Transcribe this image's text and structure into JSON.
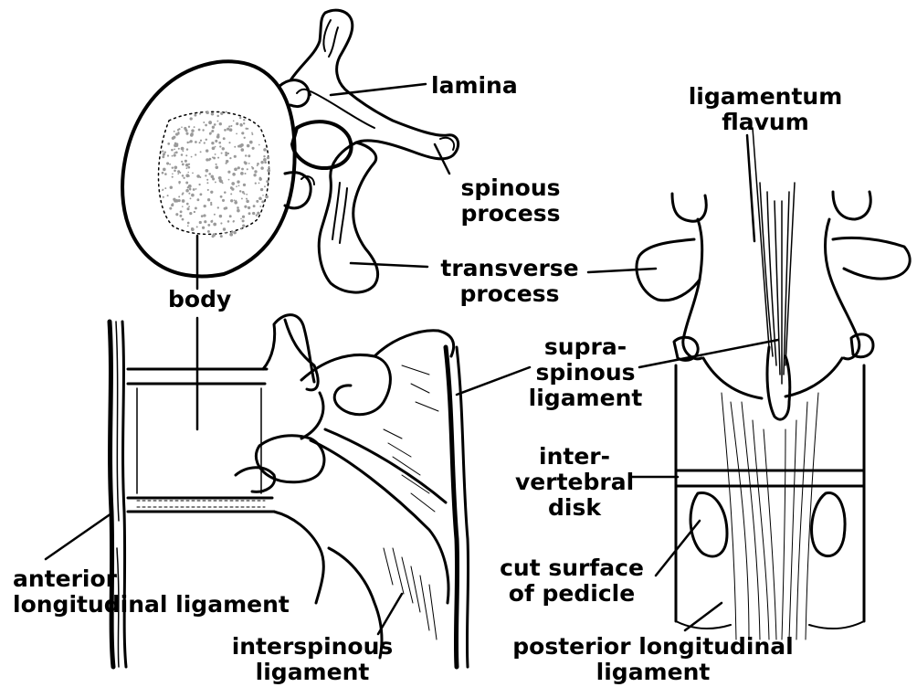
{
  "colors": {
    "ink": "#000000",
    "paper": "#ffffff",
    "stipple": "#9a9a9a"
  },
  "labels": {
    "lamina": "lamina",
    "ligamentum_flavum": [
      "ligamentum",
      "flavum"
    ],
    "spinous_process": [
      "spinous",
      "process"
    ],
    "body": "body",
    "transverse_process": [
      "transverse",
      "process"
    ],
    "supraspinous_ligament": [
      "supra-",
      "spinous",
      "ligament"
    ],
    "intervertebral_disk": [
      "inter-",
      "vertebral",
      "disk"
    ],
    "cut_surface_of_pedicle": [
      "cut surface",
      "of pedicle"
    ],
    "anterior_longitudinal_ligament": [
      "anterior",
      "longitudinal ligament"
    ],
    "interspinous_ligament": [
      "interspinous",
      "ligament"
    ],
    "posterior_longitudinal_ligament": [
      "posterior longitudinal",
      "ligament"
    ]
  }
}
